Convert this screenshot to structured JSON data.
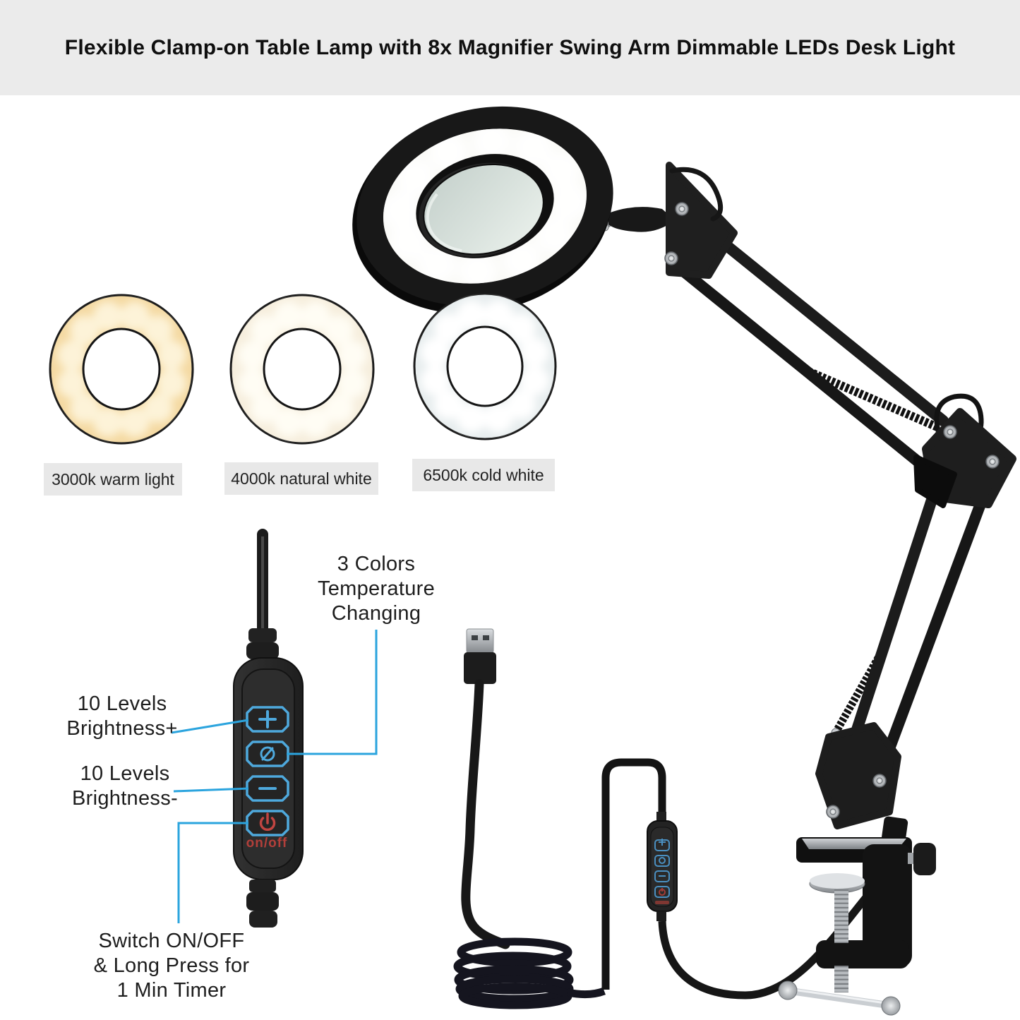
{
  "title": "Flexible Clamp-on Table Lamp with 8x Magnifier Swing Arm Dimmable LEDs Desk Light",
  "rings": [
    {
      "label": "3000k warm light",
      "color": "#f4d9a2"
    },
    {
      "label": "4000k natural white",
      "color": "#f6eedd"
    },
    {
      "label": "6500k cold white",
      "color": "#e7edee"
    }
  ],
  "callouts": {
    "temperature": [
      "3 Colors",
      "Temperature",
      "Changing"
    ],
    "brightness_plus": [
      "10 Levels",
      "Brightness+"
    ],
    "brightness_minus": [
      "10 Levels",
      "Brightness-"
    ],
    "switch": [
      "Switch ON/OFF",
      "& Long Press for",
      "1 Min Timer"
    ]
  },
  "controller": {
    "buttons": [
      "brightness-plus",
      "color-temperature",
      "brightness-minus",
      "power"
    ],
    "power_label": "on/off"
  },
  "colors": {
    "accent_blue": "#2ba4de",
    "button_blue": "#4ea9dd",
    "power_red": "#b23f3a",
    "banner_bg": "#ebebeb",
    "label_bg": "#e8e8e8",
    "warm_ring": "#f4d9a2",
    "natural_ring": "#f6eedd",
    "cold_ring": "#e7edee"
  }
}
